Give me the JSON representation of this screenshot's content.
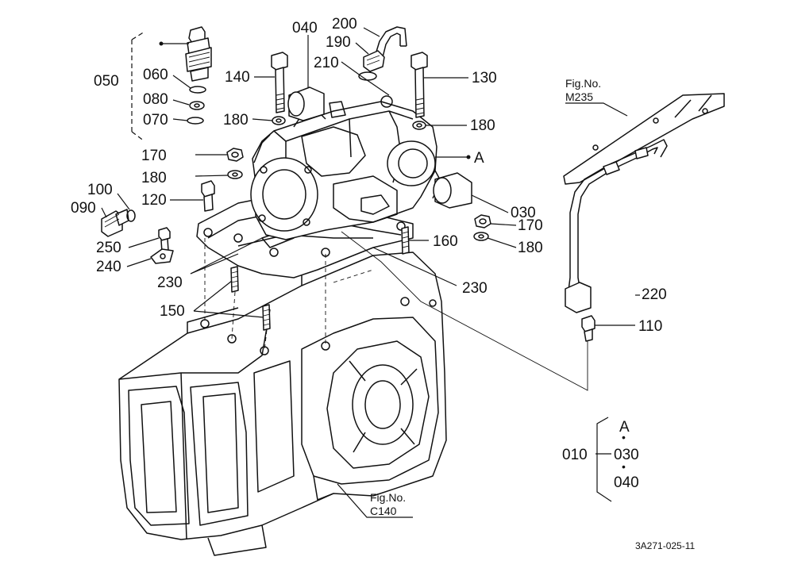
{
  "labels": {
    "p010": "010",
    "p030": "030",
    "p040": "040",
    "p050": "050",
    "p060": "060",
    "p070": "070",
    "p080": "080",
    "p090": "090",
    "p100": "100",
    "p110": "110",
    "p120": "120",
    "p130": "130",
    "p140": "140",
    "p150": "150",
    "p160": "160",
    "p170": "170",
    "p180": "180",
    "p190": "190",
    "p200": "200",
    "p210": "210",
    "p220": "220",
    "p230": "230",
    "p240": "240",
    "p250": "250"
  },
  "marker_a": "A",
  "kit": {
    "number": "010",
    "marker": "A",
    "dot": "•",
    "part_a": "030",
    "part_b": "040"
  },
  "fig_refs": {
    "m235_title": "Fig.No.",
    "m235_code": "M235",
    "c140_title": "Fig.No.",
    "c140_code": "C140"
  },
  "drawing_code": "3A271-025-11"
}
